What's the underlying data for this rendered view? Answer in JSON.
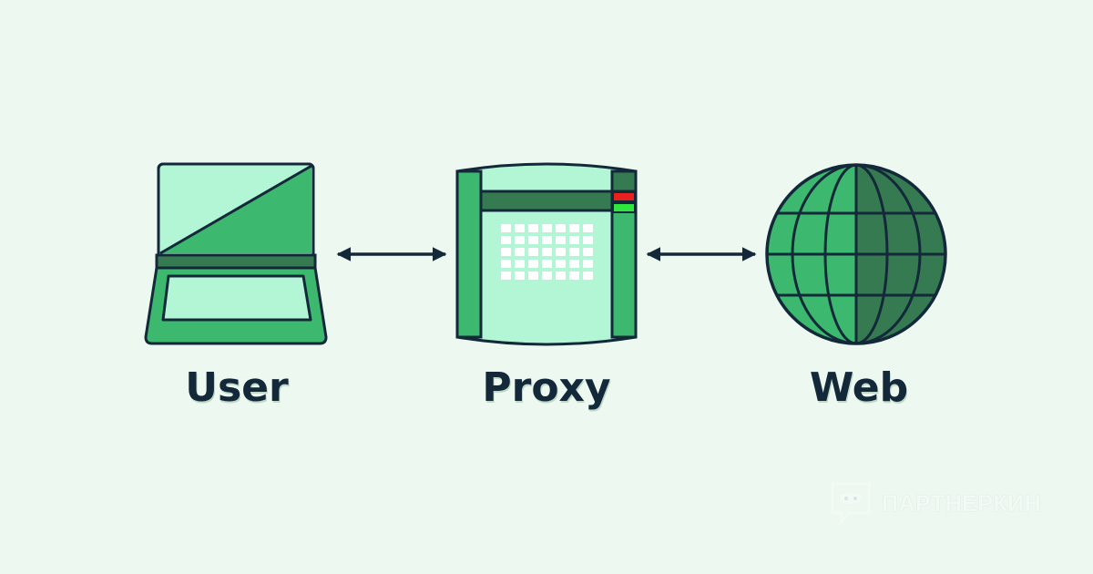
{
  "nodes": {
    "user": {
      "label": "User"
    },
    "proxy": {
      "label": "Proxy"
    },
    "web": {
      "label": "Web"
    }
  },
  "connections": [
    {
      "from": "user",
      "to": "proxy",
      "direction": "bidirectional"
    },
    {
      "from": "proxy",
      "to": "web",
      "direction": "bidirectional"
    }
  ],
  "watermark": {
    "text": "ПАРТНЕРКИН",
    "icon": "speech-bubble-mask-icon"
  },
  "colors": {
    "background": "#ecf8f0",
    "light_green": "#b3f6d6",
    "mid_green": "#3cb96e",
    "dark_green": "#357a50",
    "outline": "#13293a",
    "status_red": "#e8201e",
    "status_green": "#2ee83d"
  }
}
